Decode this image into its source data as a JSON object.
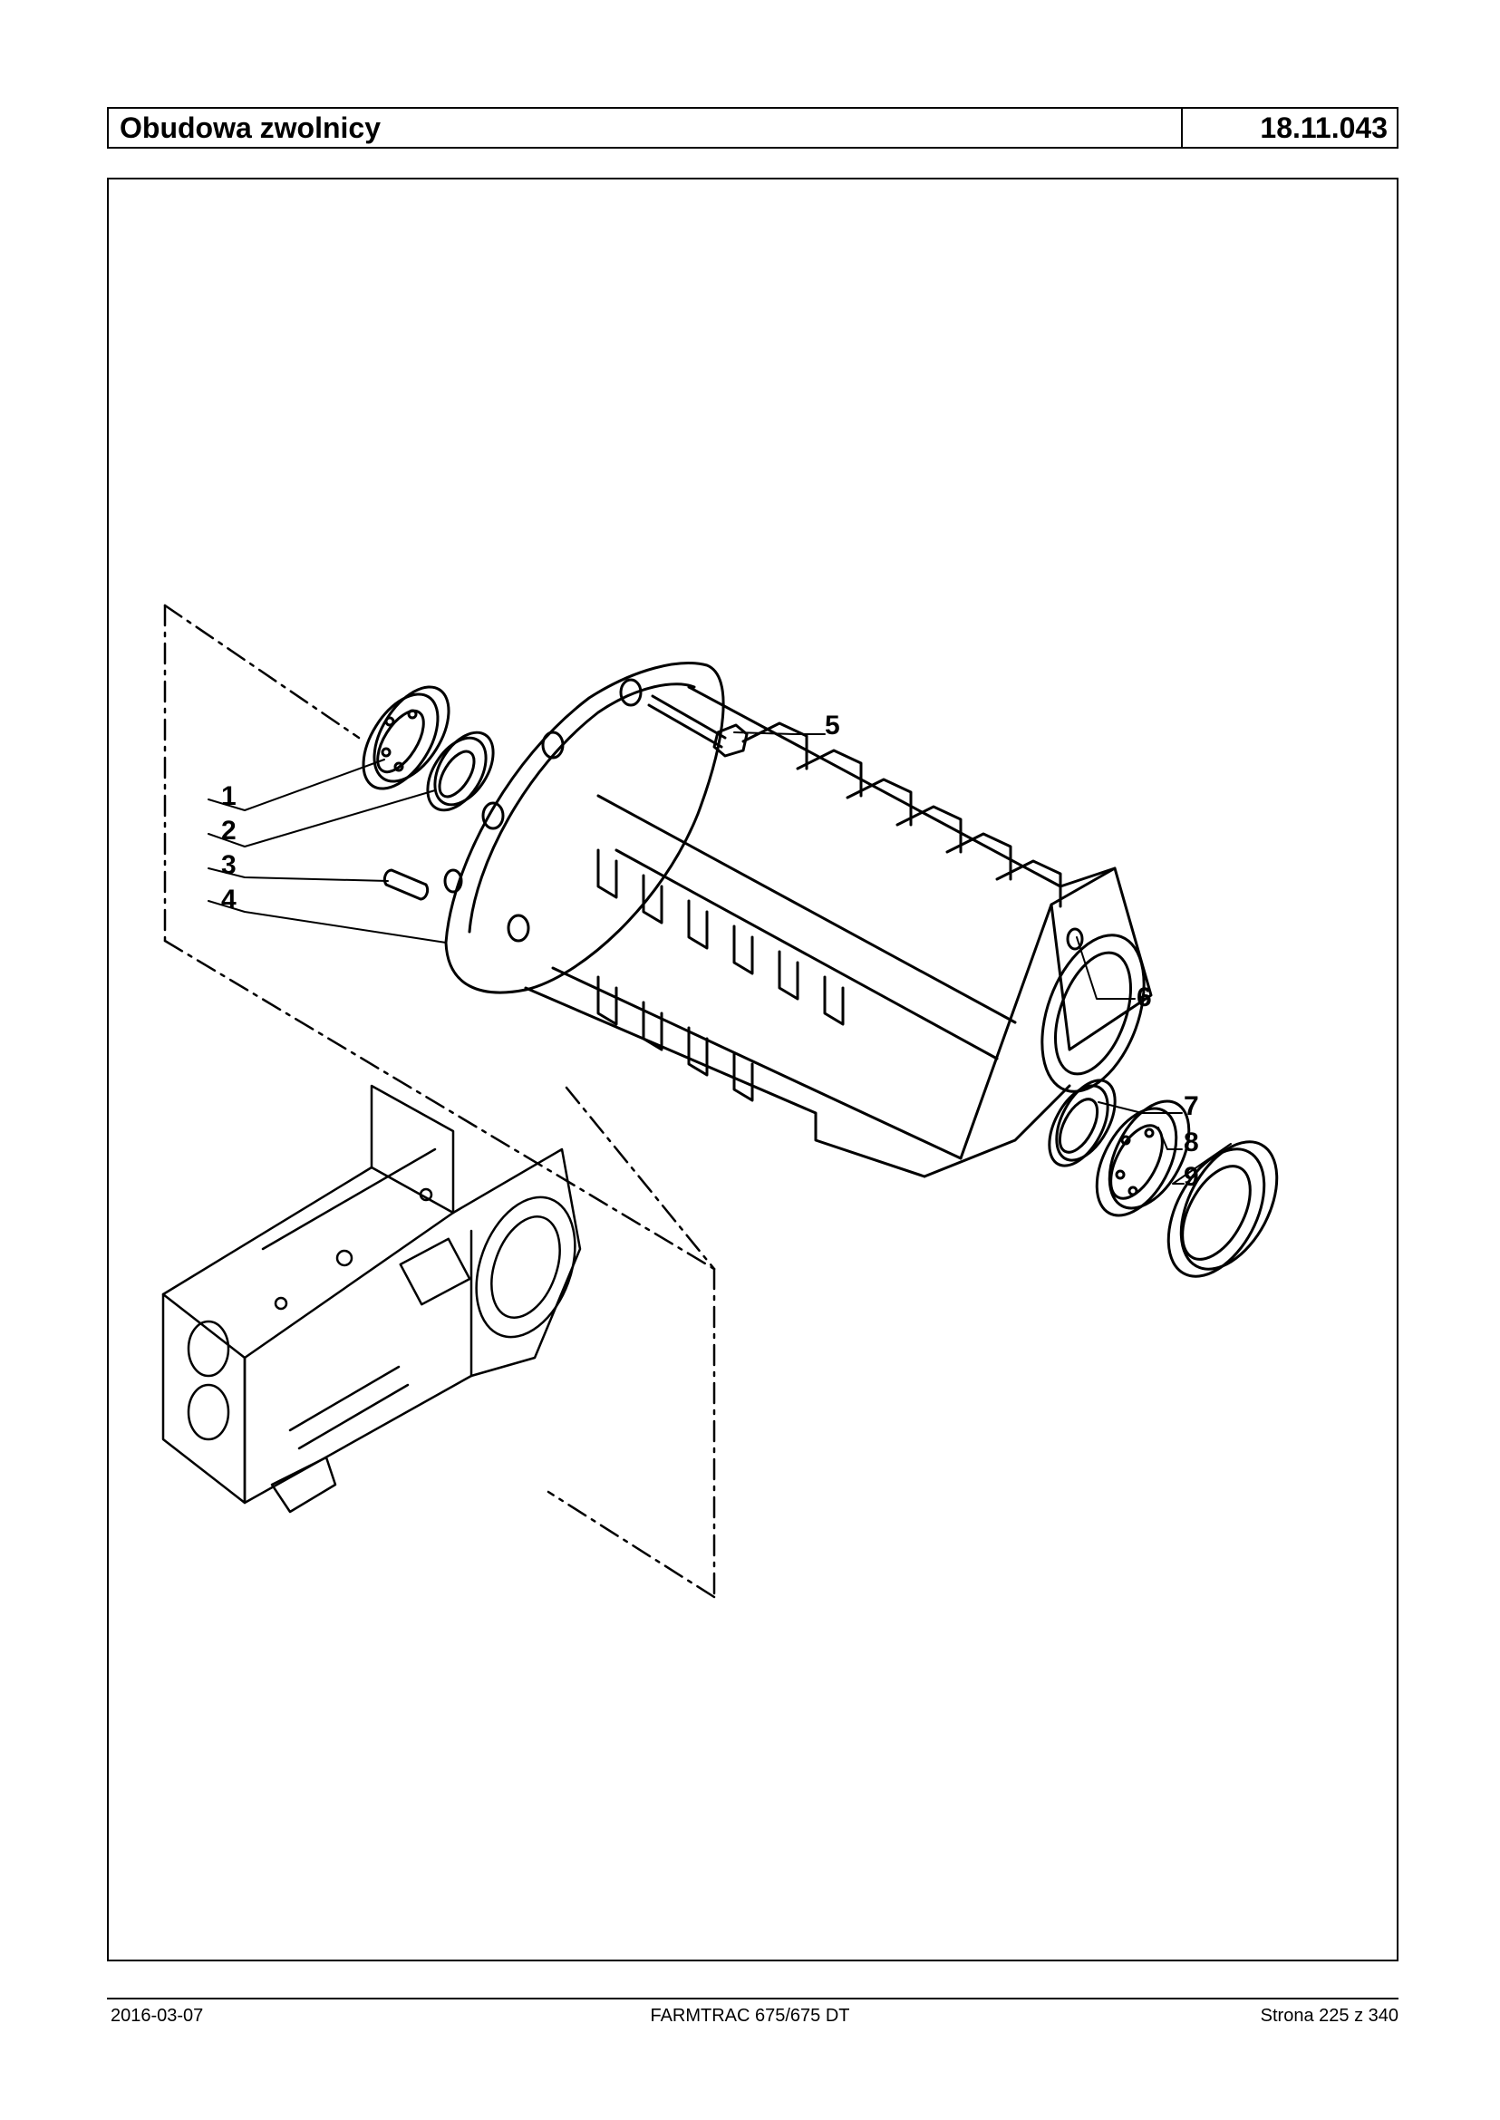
{
  "header": {
    "title": "Obudowa zwolnicy",
    "code": "18.11.043"
  },
  "diagram": {
    "callouts": [
      "1",
      "2",
      "3",
      "4",
      "5",
      "6",
      "7",
      "8",
      "9"
    ]
  },
  "footer": {
    "date": "2016-03-07",
    "model": "FARMTRAC 675/675 DT",
    "page": "Strona 225 z 340"
  }
}
